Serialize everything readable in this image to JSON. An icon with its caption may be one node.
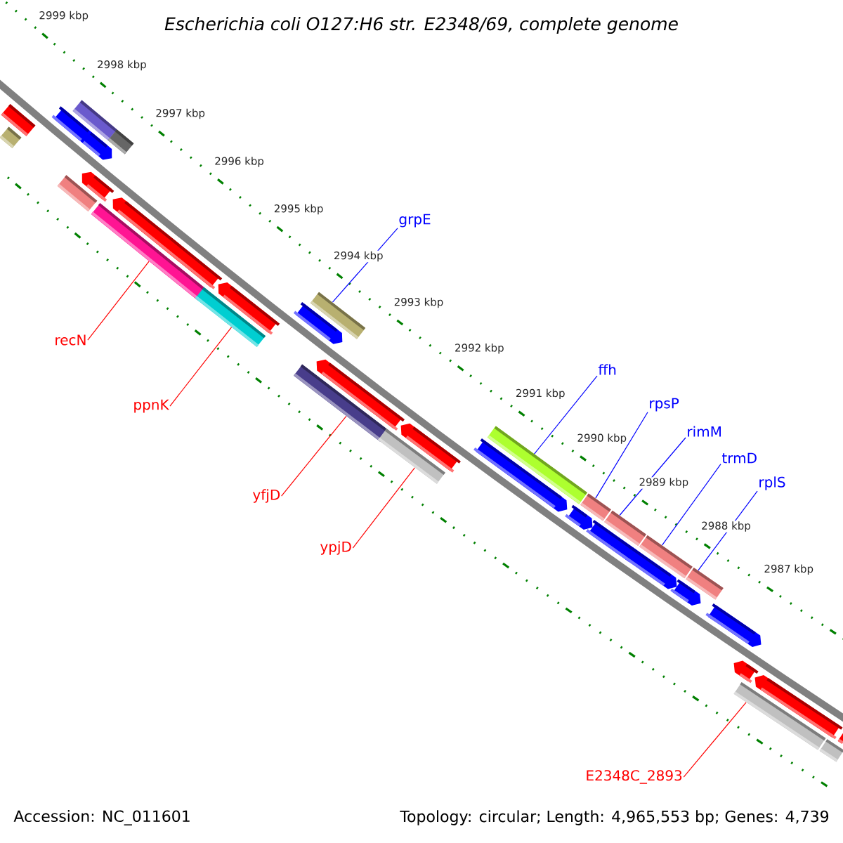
{
  "diagram": {
    "title": "Escherichia coli O127:H6 str. E2348/69, complete genome",
    "nodes": [
      {
        "text": [
          "grpE"
        ]
      },
      {
        "text": [
          "recN"
        ]
      },
      {
        "text": [
          "ffh"
        ]
      },
      {
        "text": [
          "rpsP"
        ]
      },
      {
        "text": [
          "ppnK"
        ]
      },
      {
        "text": [
          "rimM"
        ]
      },
      {
        "text": [
          "trmD"
        ]
      },
      {
        "text": [
          "rplS"
        ]
      },
      {
        "text": [
          "yfjD"
        ]
      },
      {
        "text": [
          "ypjD"
        ]
      },
      {
        "text": [
          "E2348C_2893"
        ]
      },
      {
        "text": [],
        "shape": "bar"
      },
      {
        "text": [],
        "shape": "bar"
      },
      {
        "text": [],
        "shape": "bar"
      },
      {
        "text": [],
        "shape": "bar"
      },
      {
        "text": [],
        "shape": "bar"
      },
      {
        "text": [],
        "shape": "bar"
      },
      {
        "text": [],
        "shape": "bar"
      },
      {
        "text": [],
        "shape": "bar"
      },
      {
        "text": [],
        "shape": "bar"
      },
      {
        "text": [],
        "shape": "bar"
      },
      {
        "text": [],
        "shape": "bar"
      },
      {
        "text": [],
        "shape": "bar"
      },
      {
        "text": [],
        "shape": "bar"
      },
      {
        "text": [],
        "shape": "bar"
      },
      {
        "text": [],
        "shape": "bar"
      },
      {
        "text": [],
        "shape": "bar"
      },
      {
        "text": [],
        "shape": "arrow"
      },
      {
        "text": [],
        "shape": "arrow"
      },
      {
        "text": [],
        "shape": "arrow"
      },
      {
        "text": [],
        "shape": "arrow"
      },
      {
        "text": [],
        "shape": "arrow"
      },
      {
        "text": [],
        "shape": "arrow"
      },
      {
        "text": [],
        "shape": "arrow"
      },
      {
        "text": [],
        "shape": "arrow"
      },
      {
        "text": [],
        "shape": "arrow"
      },
      {
        "text": [],
        "shape": "bar"
      },
      {
        "text": [],
        "shape": "arrow"
      },
      {
        "text": [],
        "shape": "arrow"
      },
      {
        "text": [],
        "shape": "arrow"
      },
      {
        "text": [],
        "shape": "arrow"
      },
      {
        "text": [],
        "shape": "arrow"
      },
      {
        "text": [],
        "shape": "arrow"
      },
      {
        "text": [],
        "shape": "arrow"
      },
      {
        "text": [],
        "shape": "bar"
      }
    ],
    "edges": [
      {
        "from": 0,
        "to": 14,
        "arrow": "none"
      },
      {
        "from": 1,
        "to": 11,
        "arrow": "none",
        "color": "#ff0000"
      },
      {
        "from": 2,
        "to": 16,
        "arrow": "none"
      },
      {
        "from": 3,
        "to": 17,
        "arrow": "none"
      },
      {
        "from": 4,
        "to": 12,
        "arrow": "none",
        "color": "#ff0000"
      },
      {
        "from": 5,
        "to": 18,
        "arrow": "none"
      },
      {
        "from": 6,
        "to": 19,
        "arrow": "none"
      },
      {
        "from": 7,
        "to": 20,
        "arrow": "none"
      },
      {
        "from": 8,
        "to": 13,
        "arrow": "none",
        "color": "#ff0000"
      },
      {
        "from": 9,
        "to": 15,
        "arrow": "none",
        "color": "#ff0000"
      },
      {
        "from": 10,
        "to": 21,
        "arrow": "none",
        "color": "#ff0000"
      }
    ],
    "labels": [
      "2999 kbp",
      "2998 kbp",
      "2997 kbp",
      "2996 kbp",
      "2995 kbp",
      "2994 kbp",
      "2993 kbp",
      "2992 kbp",
      "2991 kbp",
      "2990 kbp",
      "2989 kbp",
      "2988 kbp",
      "2987 kbp",
      "Accession: NC_011601",
      "Topology: circular; Length: 4,965,553 bp; Genes: 4,739"
    ]
  }
}
